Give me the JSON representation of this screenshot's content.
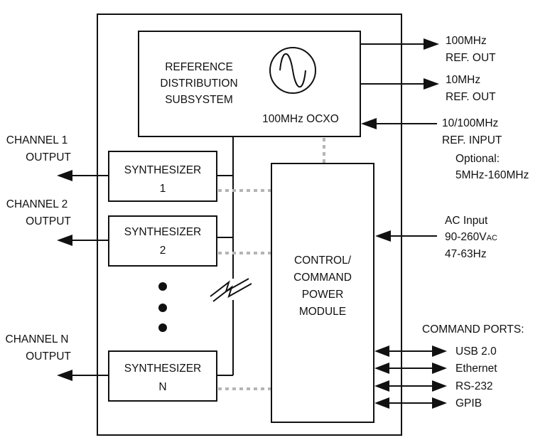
{
  "reference": {
    "title_lines": [
      "REFERENCE",
      "DISTRIBUTION",
      "SUBSYSTEM"
    ],
    "ocxo_label": "100MHz OCXO"
  },
  "outputs_right": {
    "ref100_lines": [
      "100MHz",
      "REF. OUT"
    ],
    "ref10_lines": [
      "10MHz",
      "REF. OUT"
    ]
  },
  "ref_input": {
    "lines": [
      "10/100MHz",
      "REF. INPUT"
    ],
    "optional_lines": [
      "Optional:",
      "5MHz-160MHz"
    ]
  },
  "channels": [
    {
      "output_lines": [
        "CHANNEL 1",
        "OUTPUT"
      ],
      "synth_lines": [
        "SYNTHESIZER",
        "1"
      ]
    },
    {
      "output_lines": [
        "CHANNEL 2",
        "OUTPUT"
      ],
      "synth_lines": [
        "SYNTHESIZER",
        "2"
      ]
    },
    {
      "output_lines": [
        "CHANNEL N",
        "OUTPUT"
      ],
      "synth_lines": [
        "SYNTHESIZER",
        "N"
      ]
    }
  ],
  "control": {
    "lines": [
      "CONTROL/",
      "COMMAND",
      "POWER",
      "MODULE"
    ]
  },
  "ac_input": {
    "line1": "AC Input",
    "voltage": "90-260V",
    "voltage_sub": "AC",
    "line3": "47-63Hz"
  },
  "command_ports": {
    "title": "COMMAND PORTS:",
    "ports": [
      "USB 2.0",
      "Ethernet",
      "RS-232",
      "GPIB"
    ]
  }
}
